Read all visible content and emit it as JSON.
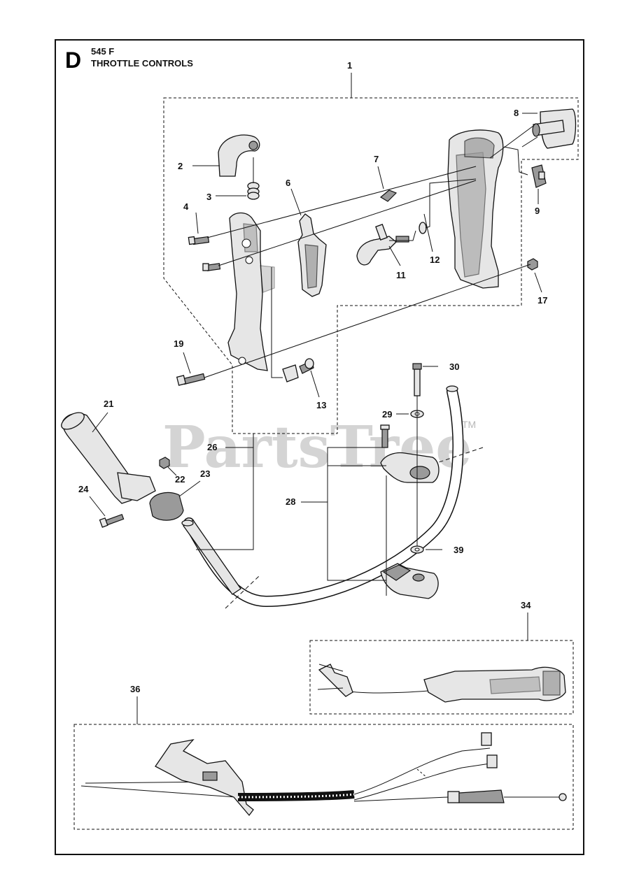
{
  "header": {
    "section_letter": "D",
    "model": "545 F",
    "title": "THROTTLE CONTROLS"
  },
  "watermark": {
    "text": "PartsTree",
    "tm": "TM"
  },
  "callouts": {
    "c1": "1",
    "c2": "2",
    "c3": "3",
    "c4": "4",
    "c6": "6",
    "c7": "7",
    "c8": "8",
    "c9": "9",
    "c11": "11",
    "c12": "12",
    "c13": "13",
    "c17": "17",
    "c19": "19",
    "c21": "21",
    "c22": "22",
    "c23": "23",
    "c24": "24",
    "c26": "26",
    "c28": "28",
    "c29": "29",
    "c30": "30",
    "c34": "34",
    "c36": "36",
    "c39": "39"
  },
  "icons": [
    "handle-housing",
    "throttle-trigger",
    "handlebar",
    "cable-assembly"
  ]
}
